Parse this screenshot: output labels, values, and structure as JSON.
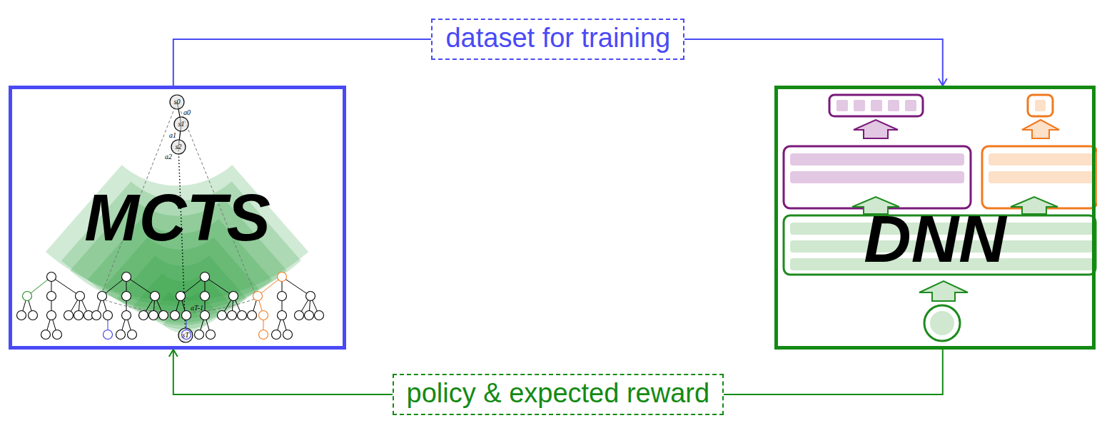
{
  "diagram": {
    "nodes": [
      {
        "text": [
          "MCTS"
        ]
      },
      {
        "text": [
          "DNN"
        ]
      }
    ],
    "edges": [
      {
        "from": 0,
        "to": 1,
        "label": "dataset for training",
        "arrow": "to"
      },
      {
        "from": 1,
        "to": 0,
        "label": "policy & expected reward",
        "arrow": "to"
      }
    ],
    "labels": [
      "s0",
      "a0",
      "s1",
      "a1",
      "s2",
      "a2",
      "aT-1",
      "sT"
    ]
  }
}
